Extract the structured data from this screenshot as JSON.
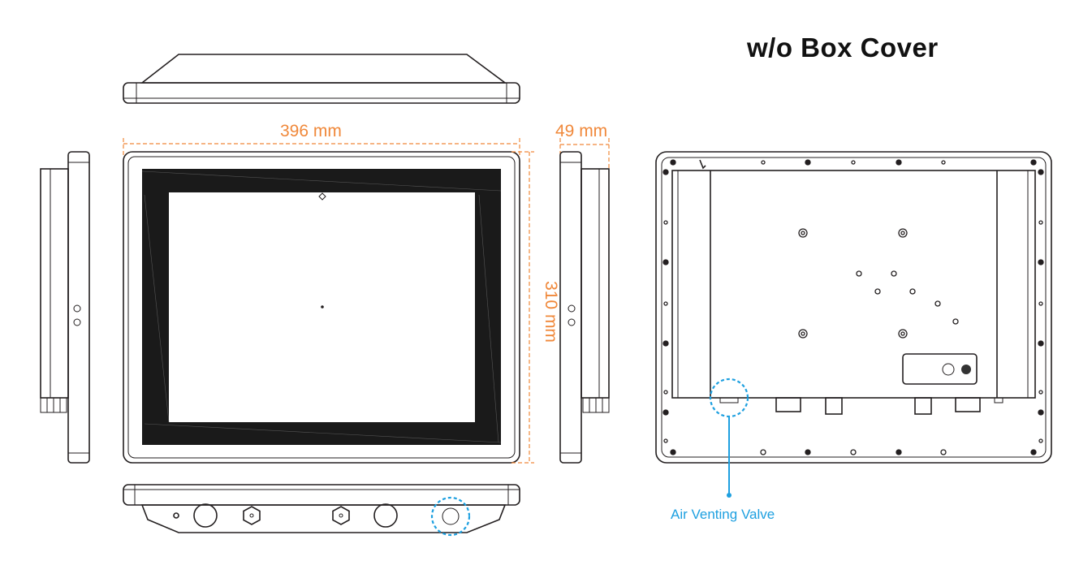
{
  "title": "w/o Box Cover",
  "dimensions": {
    "width": "396 mm",
    "height": "310 mm",
    "depth": "49 mm"
  },
  "callout": {
    "label": "Air Venting Valve"
  },
  "colors": {
    "dimension": "#f0883a",
    "callout": "#1ea0e0",
    "line": "#231f20"
  }
}
